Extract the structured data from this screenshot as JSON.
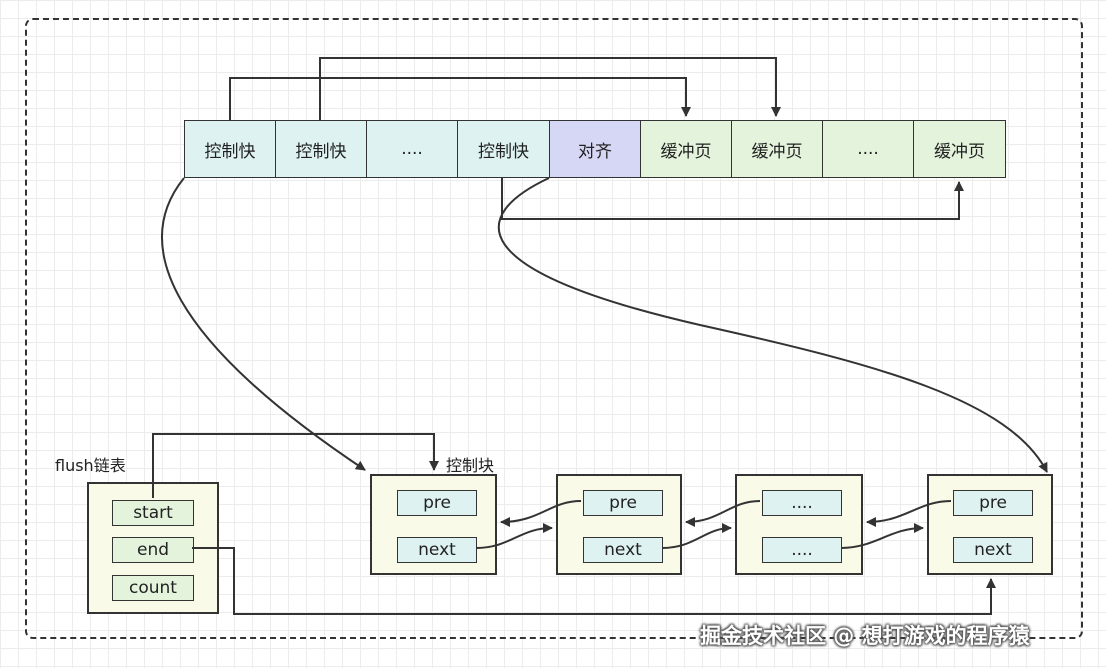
{
  "pool": {
    "cells": [
      {
        "label": "控制快",
        "kind": "cb"
      },
      {
        "label": "控制快",
        "kind": "cb"
      },
      {
        "label": "....",
        "kind": "cb"
      },
      {
        "label": "控制快",
        "kind": "cb"
      },
      {
        "label": "对齐",
        "kind": "al"
      },
      {
        "label": "缓冲页",
        "kind": "bp"
      },
      {
        "label": "缓冲页",
        "kind": "bp"
      },
      {
        "label": "....",
        "kind": "bp"
      },
      {
        "label": "缓冲页",
        "kind": "bp"
      }
    ]
  },
  "flush_list": {
    "title": "flush链表",
    "fields": [
      "start",
      "end",
      "count"
    ]
  },
  "control_block_label": "控制块",
  "list_nodes": [
    {
      "top": "pre",
      "bottom": "next"
    },
    {
      "top": "pre",
      "bottom": "next"
    },
    {
      "top": "....",
      "bottom": "...."
    },
    {
      "top": "pre",
      "bottom": "next"
    }
  ],
  "watermark": "掘金技术社区 @ 想打游戏的程序猿"
}
